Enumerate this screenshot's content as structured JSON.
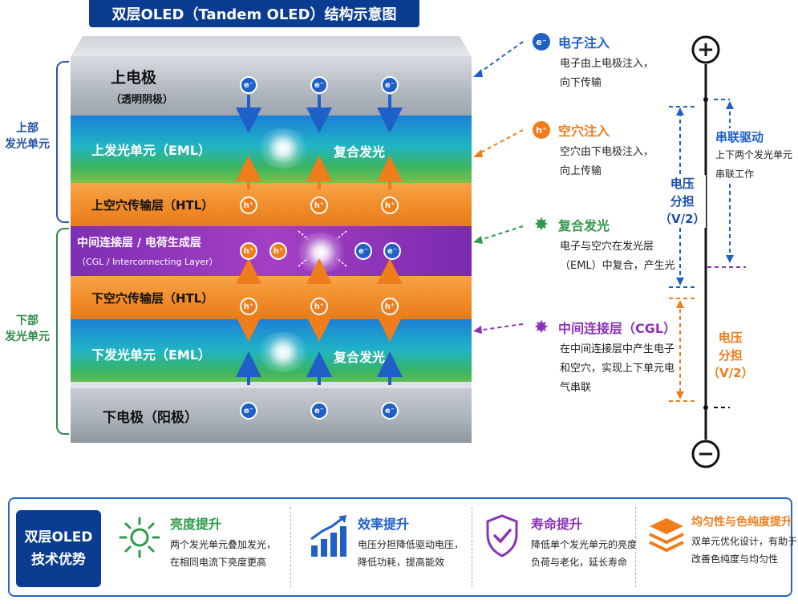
{
  "title": "双层OLED（Tandem OLED）结构示意图",
  "layers": {
    "top_electrode": {
      "name": "上电极",
      "sub": "（透明阴极）"
    },
    "upper_eml": {
      "name": "上发光单元（EML）",
      "note": "复合发光"
    },
    "upper_htl": {
      "name": "上空穴传输层（HTL）"
    },
    "cgl": {
      "name": "中间连接层 / 电荷生成层",
      "sub": "（CGL / Interconnecting Layer）"
    },
    "lower_htl": {
      "name": "下空穴传输层（HTL）"
    },
    "lower_eml": {
      "name": "下发光单元（EML）",
      "note": "复合发光"
    },
    "bottom_electrode": {
      "name": "下电极（阳极）"
    }
  },
  "badges": {
    "electron": "e⁻",
    "hole": "h⁺"
  },
  "side_labels": {
    "upper_unit": [
      "上部",
      "发光单元"
    ],
    "lower_unit": [
      "下部",
      "发光单元"
    ]
  },
  "annotations": [
    {
      "title": "电子注入",
      "lines": [
        "电子由上电极注入，",
        "向下传输"
      ],
      "color": "#1e5fc8"
    },
    {
      "title": "空穴注入",
      "lines": [
        "空穴由下电极注入，",
        "向上传输"
      ],
      "color": "#f07d1c"
    },
    {
      "title": "复合发光",
      "lines": [
        "电子与空穴在发光层",
        "（EML）中复合，产生光"
      ],
      "color": "#2e9a4a"
    },
    {
      "title": "中间连接层（CGL）",
      "lines": [
        "在中间连接层中产生电子",
        "和空穴，实现上下单元电",
        "气串联"
      ],
      "color": "#8a32b8"
    }
  ],
  "voltage": {
    "plus": "+",
    "minus": "−",
    "upper_split": [
      "电压",
      "分担",
      "（V/2）"
    ],
    "lower_split": [
      "电压",
      "分担",
      "（V/2）"
    ],
    "series_title": "串联驱动",
    "series_lines": [
      "上下两个发光单元",
      "串联工作"
    ]
  },
  "advantages": {
    "box": [
      "双层OLED",
      "技术优势"
    ],
    "items": [
      {
        "title": "亮度提升",
        "lines": [
          "两个发光单元叠加发光，",
          "在相同电流下亮度更高"
        ],
        "icon": "sun-icon",
        "color": "#2e9a4a"
      },
      {
        "title": "效率提升",
        "lines": [
          "电压分担降低驱动电压，",
          "降低功耗，提高能效"
        ],
        "icon": "bar-chart-icon",
        "color": "#1e5fc8"
      },
      {
        "title": "寿命提升",
        "lines": [
          "降低单个发光单元的亮度",
          "负荷与老化，延长寿命"
        ],
        "icon": "shield-check-icon",
        "color": "#8a32b8"
      },
      {
        "title": "均匀性与色纯度提升",
        "lines": [
          "双单元优化设计，有助于",
          "改善色纯度与均匀性"
        ],
        "icon": "layers-icon",
        "color": "#f07d1c"
      }
    ]
  },
  "colors": {
    "blue": "#1e5fc8",
    "orange": "#f07d1c",
    "green": "#2e9a4a",
    "purple": "#8a32b8",
    "navy": "#0a3d91"
  }
}
